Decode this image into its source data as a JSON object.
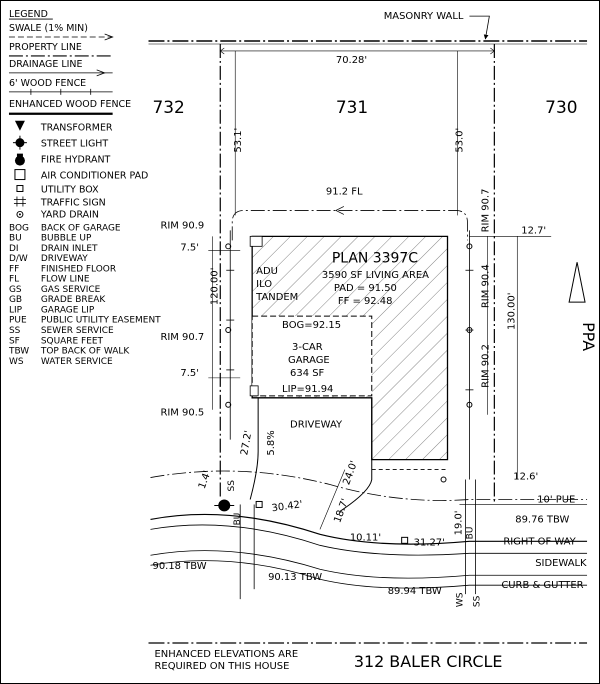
{
  "legend": {
    "heading": "LEGEND",
    "lines": {
      "swale": "SWALE (1% MIN)",
      "property": "PROPERTY LINE",
      "drainage": "DRAINAGE LINE",
      "wood_fence": "6' WOOD FENCE",
      "enhanced_fence": "ENHANCED WOOD FENCE"
    },
    "symbols": {
      "transformer": "TRANSFORMER",
      "street_light": "STREET LIGHT",
      "fire_hydrant": "FIRE HYDRANT",
      "ac_pad": "AIR CONDITIONER PAD",
      "utility_box": "UTILITY BOX",
      "traffic_sign": "TRAFFIC SIGN",
      "yard_drain": "YARD DRAIN"
    },
    "abbreviations": [
      {
        "code": "BOG",
        "desc": "BACK OF GARAGE"
      },
      {
        "code": "BU",
        "desc": "BUBBLE UP"
      },
      {
        "code": "DI",
        "desc": "DRAIN INLET"
      },
      {
        "code": "D/W",
        "desc": "DRIVEWAY"
      },
      {
        "code": "FF",
        "desc": "FINISHED FLOOR"
      },
      {
        "code": "FL",
        "desc": "FLOW LINE"
      },
      {
        "code": "GS",
        "desc": "GAS SERVICE"
      },
      {
        "code": "GB",
        "desc": "GRADE BREAK"
      },
      {
        "code": "LIP",
        "desc": "GARAGE LIP"
      },
      {
        "code": "PUE",
        "desc": "PUBLIC UTILITY EASEMENT"
      },
      {
        "code": "SS",
        "desc": "SEWER SERVICE"
      },
      {
        "code": "SF",
        "desc": "SQUARE FEET"
      },
      {
        "code": "TBW",
        "desc": "TOP BACK OF WALK"
      },
      {
        "code": "WS",
        "desc": "WATER SERVICE"
      }
    ]
  },
  "site": {
    "masonry_wall": "MASONRY WALL",
    "rear_width": "70.28'",
    "lots": {
      "left": "732",
      "center": "731",
      "right": "730"
    },
    "setback_left_rear": "53.1'",
    "setback_right_rear": "53.0'",
    "fl_dim": "91.2 FL",
    "rim_left_top": "RIM 90.9",
    "rim_left_mid": "RIM 90.7",
    "rim_left_bot": "RIM 90.5",
    "rim_right_top": "RIM 90.7",
    "rim_right_mid": "RIM 90.4",
    "rim_right_bot": "RIM 90.2",
    "side_left_1": "7.5'",
    "side_left_2": "7.5'",
    "side_right_top": "12.7'",
    "side_right_front": "12.6'",
    "depth_left": "120.00'",
    "depth_right": "130.00'",
    "adu": [
      "ADU",
      "ILO",
      "TANDEM"
    ],
    "plan_name": "PLAN 3397C",
    "living_area": "3590 SF LIVING AREA",
    "pad": "PAD = 91.50",
    "ff": "FF = 92.48",
    "bog": "BOG=92.15",
    "garage": [
      "3-CAR",
      "GARAGE",
      "634 SF"
    ],
    "lip": "LIP=91.94",
    "driveway": "DRIVEWAY",
    "slope": "5.8%",
    "dim_272": "27.2'",
    "dim_14": "1.4'",
    "dim_240": "24.0'",
    "dim_187": "18.7'",
    "dim_3042": "30.42'",
    "dim_1011": "10.11'",
    "dim_3127": "31.27'",
    "dim_190": "19.0'",
    "pue": "10' PUE",
    "tbw_right_top": "89.76 TBW",
    "right_of_way": "RIGHT OF WAY",
    "sidewalk": "SIDEWALK",
    "curb": "CURB & GUTTER",
    "tbw_left": "90.18 TBW",
    "tbw_mid": "90.13 TBW",
    "tbw_bottom": "89.94 TBW",
    "ws": "WS",
    "ss": "SS",
    "bu": "BU",
    "north_label": "PPA",
    "enhanced_note": [
      "ENHANCED ELEVATIONS ARE",
      "REQUIRED ON THIS HOUSE"
    ],
    "address": "312 BALER CIRCLE"
  },
  "colors": {
    "ink": "#000000",
    "paper": "#ffffff",
    "hatch": "#555555"
  }
}
